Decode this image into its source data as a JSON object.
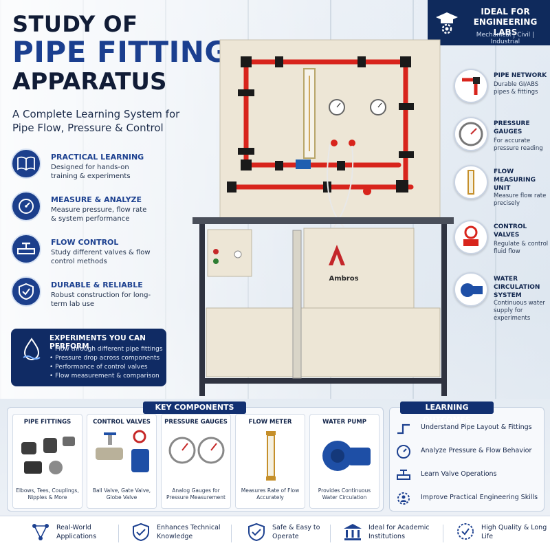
{
  "header": {
    "title_line1": "STUDY OF",
    "title_line2": "PIPE FITTING",
    "title_line3": "APPARATUS",
    "subtitle": "A Complete Learning System for Pipe Flow, Pressure & Control"
  },
  "badge": {
    "title": "IDEAL FOR ENGINEERING LABS",
    "fields": "Mechanical | Civil | Industrial",
    "icon": "graduation-cap-gear-icon"
  },
  "features": [
    {
      "title": "PRACTICAL LEARNING",
      "desc": "Designed for hands-on training & experiments",
      "icon": "book-icon"
    },
    {
      "title": "MEASURE & ANALYZE",
      "desc": "Measure pressure, flow rate & system performance",
      "icon": "gauge-icon"
    },
    {
      "title": "FLOW CONTROL",
      "desc": "Study different valves & flow control methods",
      "icon": "valve-icon"
    },
    {
      "title": "DURABLE & RELIABLE",
      "desc": "Robust construction for long-term lab use",
      "icon": "shield-check-icon"
    }
  ],
  "experiments": {
    "title": "EXPERIMENTS YOU CAN PERFORM",
    "items": [
      "Flow through different pipe fittings",
      "Pressure drop across components",
      "Performance of control valves",
      "Flow measurement & comparison"
    ]
  },
  "apparatus": {
    "brand": "Ambros"
  },
  "callouts": [
    {
      "title": "PIPE NETWORK",
      "desc": "Durable GI/ABS pipes & fittings"
    },
    {
      "title": "PRESSURE GAUGES",
      "desc": "For accurate pressure reading"
    },
    {
      "title": "FLOW MEASURING UNIT",
      "desc": "Measure flow rate precisely"
    },
    {
      "title": "CONTROL VALVES",
      "desc": "Regulate & control fluid flow"
    },
    {
      "title": "WATER CIRCULATION SYSTEM",
      "desc": "Continuous water supply for experiments"
    }
  ],
  "key_components": {
    "title": "KEY COMPONENTS",
    "items": [
      {
        "title": "PIPE FITTINGS",
        "desc": "Elbows, Tees, Couplings, Nipples & More"
      },
      {
        "title": "CONTROL VALVES",
        "desc": "Ball Valve, Gate Valve, Globe Valve"
      },
      {
        "title": "PRESSURE GAUGES",
        "desc": "Analog Gauges for Pressure Measurement"
      },
      {
        "title": "FLOW METER",
        "desc": "Measures Rate of Flow Accurately"
      },
      {
        "title": "WATER PUMP",
        "desc": "Provides Continuous Water Circulation"
      }
    ]
  },
  "learning_outcomes": {
    "title": "LEARNING OUTCOMES",
    "items": [
      {
        "text": "Understand Pipe Layout & Fittings",
        "icon": "pipe-layout-icon"
      },
      {
        "text": "Analyze Pressure & Flow Behavior",
        "icon": "gauge-icon"
      },
      {
        "text": "Learn Valve Operations",
        "icon": "valve-icon"
      },
      {
        "text": "Improve Practical Engineering Skills",
        "icon": "gear-person-icon"
      }
    ]
  },
  "footer": [
    {
      "text": "Real-World Applications",
      "icon": "network-icon"
    },
    {
      "text": "Enhances Technical Knowledge",
      "icon": "shield-check-icon"
    },
    {
      "text": "Safe & Easy to Operate",
      "icon": "shield-check-icon"
    },
    {
      "text": "Ideal for Academic Institutions",
      "icon": "institution-icon"
    },
    {
      "text": "High Quality & Long Life",
      "icon": "quality-badge-icon"
    }
  ],
  "colors": {
    "navy": "#102b64",
    "accent_blue": "#1d4190",
    "pipe_red": "#d8241c",
    "panel_cream": "#ede6d6"
  }
}
